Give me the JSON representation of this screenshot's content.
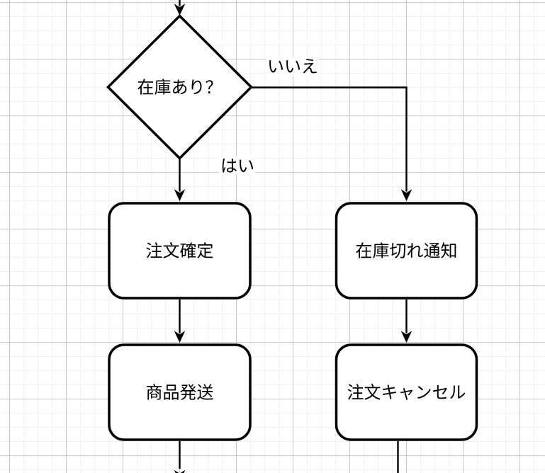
{
  "canvas": {
    "background_color": "#ffffff",
    "grid_minor_color": "#f2f2f2",
    "grid_major_color": "#c9c9c9",
    "stroke_color": "#000000"
  },
  "diagram": {
    "type": "flowchart",
    "decision": {
      "label": "在庫あり？"
    },
    "edges": {
      "yes_label": "はい",
      "no_label": "いいえ"
    },
    "nodes": {
      "confirm": {
        "label": "注文確定"
      },
      "outofstock": {
        "label": "在庫切れ通知"
      },
      "ship": {
        "label": "商品発送"
      },
      "cancel": {
        "label": "注文キャンセル"
      }
    }
  }
}
